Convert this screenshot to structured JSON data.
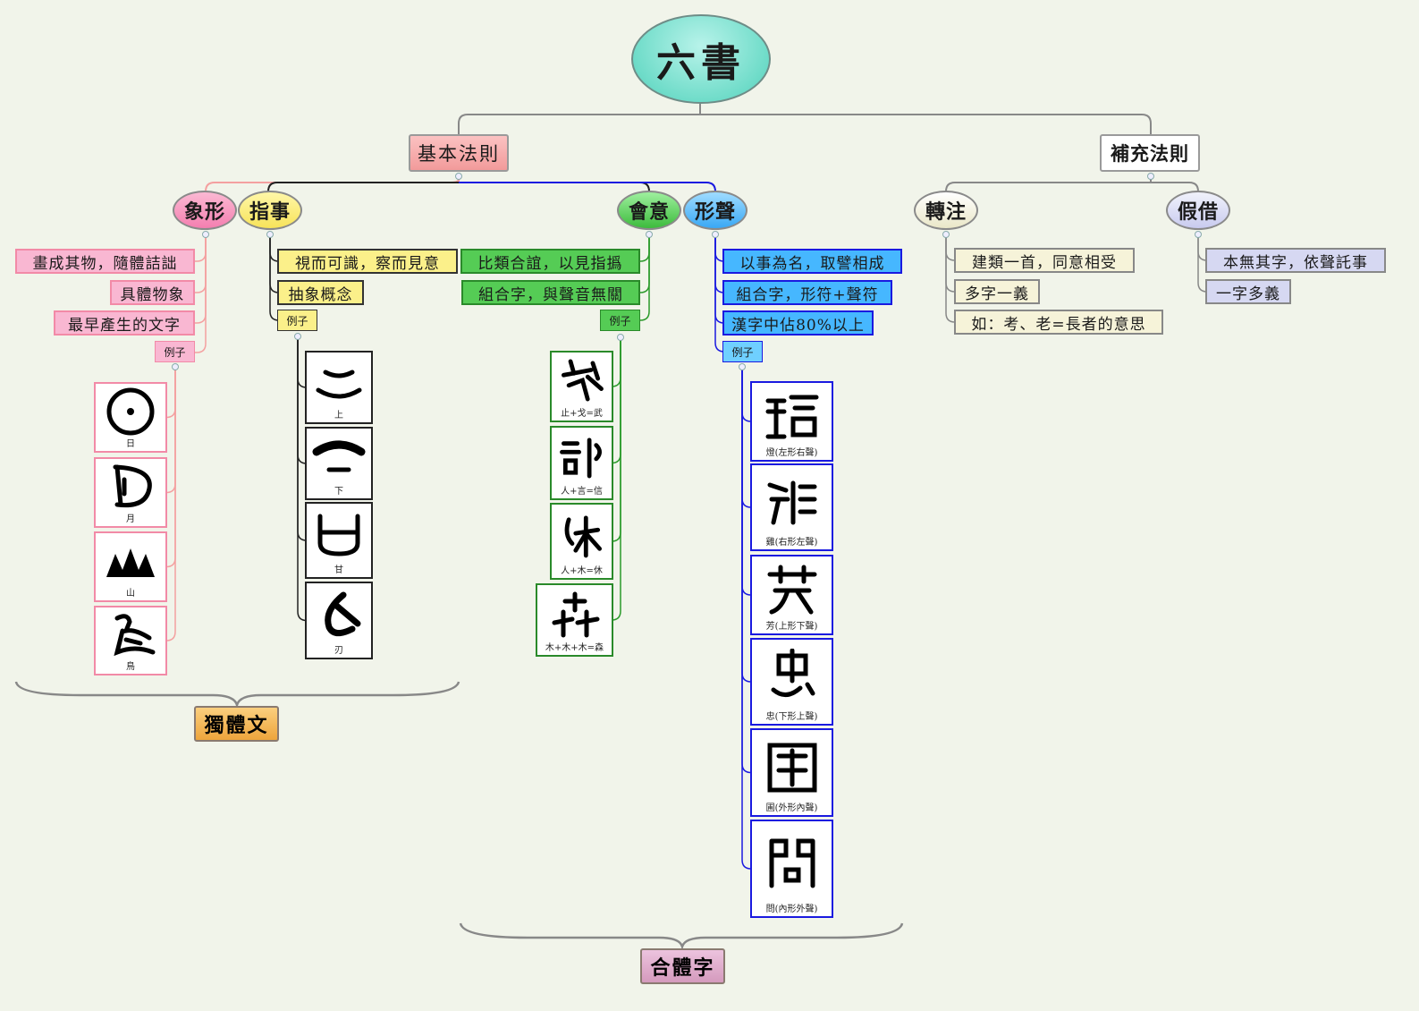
{
  "root": {
    "label": "六書"
  },
  "branches": {
    "basic": "基本法則",
    "supplement": "補充法則"
  },
  "types": {
    "xiangxing": "象形",
    "zhishi": "指事",
    "huiyi": "會意",
    "xingsheng": "形聲",
    "zhuanzhu": "轉注",
    "jiajie": "假借"
  },
  "xiangxing": {
    "items": [
      "畫成其物，隨體詰詘",
      "具體物象",
      "最早產生的文字"
    ],
    "example_label": "例子",
    "examples": [
      "日",
      "月",
      "山",
      "鳥"
    ]
  },
  "zhishi": {
    "items": [
      "視而可識，察而見意",
      "抽象概念"
    ],
    "example_label": "例子",
    "examples": [
      "上",
      "下",
      "甘",
      "刃"
    ]
  },
  "huiyi": {
    "items": [
      "比類合誼，以見指撝",
      "組合字，與聲音無關"
    ],
    "example_label": "例子",
    "examples": [
      "止+戈=武",
      "人+言=信",
      "人+木=休",
      "木+木+木=森"
    ]
  },
  "xingsheng": {
    "items": [
      "以事為名，取譬相成",
      "組合字，形符+聲符",
      "漢字中佔80%以上"
    ],
    "example_label": "例子",
    "examples": [
      "燈(左形右聲)",
      "雞(右形左聲)",
      "芳(上形下聲)",
      "忠(下形上聲)",
      "圃(外形內聲)",
      "問(內形外聲)"
    ]
  },
  "zhuanzhu": {
    "items": [
      "建類一首，同意相受",
      "多字一義",
      "如：考、老=長者的意思"
    ]
  },
  "jiajie": {
    "items": [
      "本無其字，依聲託事",
      "一字多義"
    ]
  },
  "summaries": {
    "single": "獨體文",
    "compound": "合體字"
  },
  "colors": {
    "root": "#6fdcc9",
    "basic": "#f3a3a3",
    "supplement": "#ffffff",
    "xiangxing": "#f6a6c6",
    "zhishi": "#fbf08a",
    "huiyi": "#55cc55",
    "xingsheng": "#4db8ff",
    "zhuanzhu": "#f6f3d9",
    "jiajie": "#d6d8f2",
    "summary_single": "#f2b24f",
    "summary_compound": "#d9a3c6"
  },
  "icons": [
    "collapse-dot-icon",
    "brace-icon"
  ]
}
